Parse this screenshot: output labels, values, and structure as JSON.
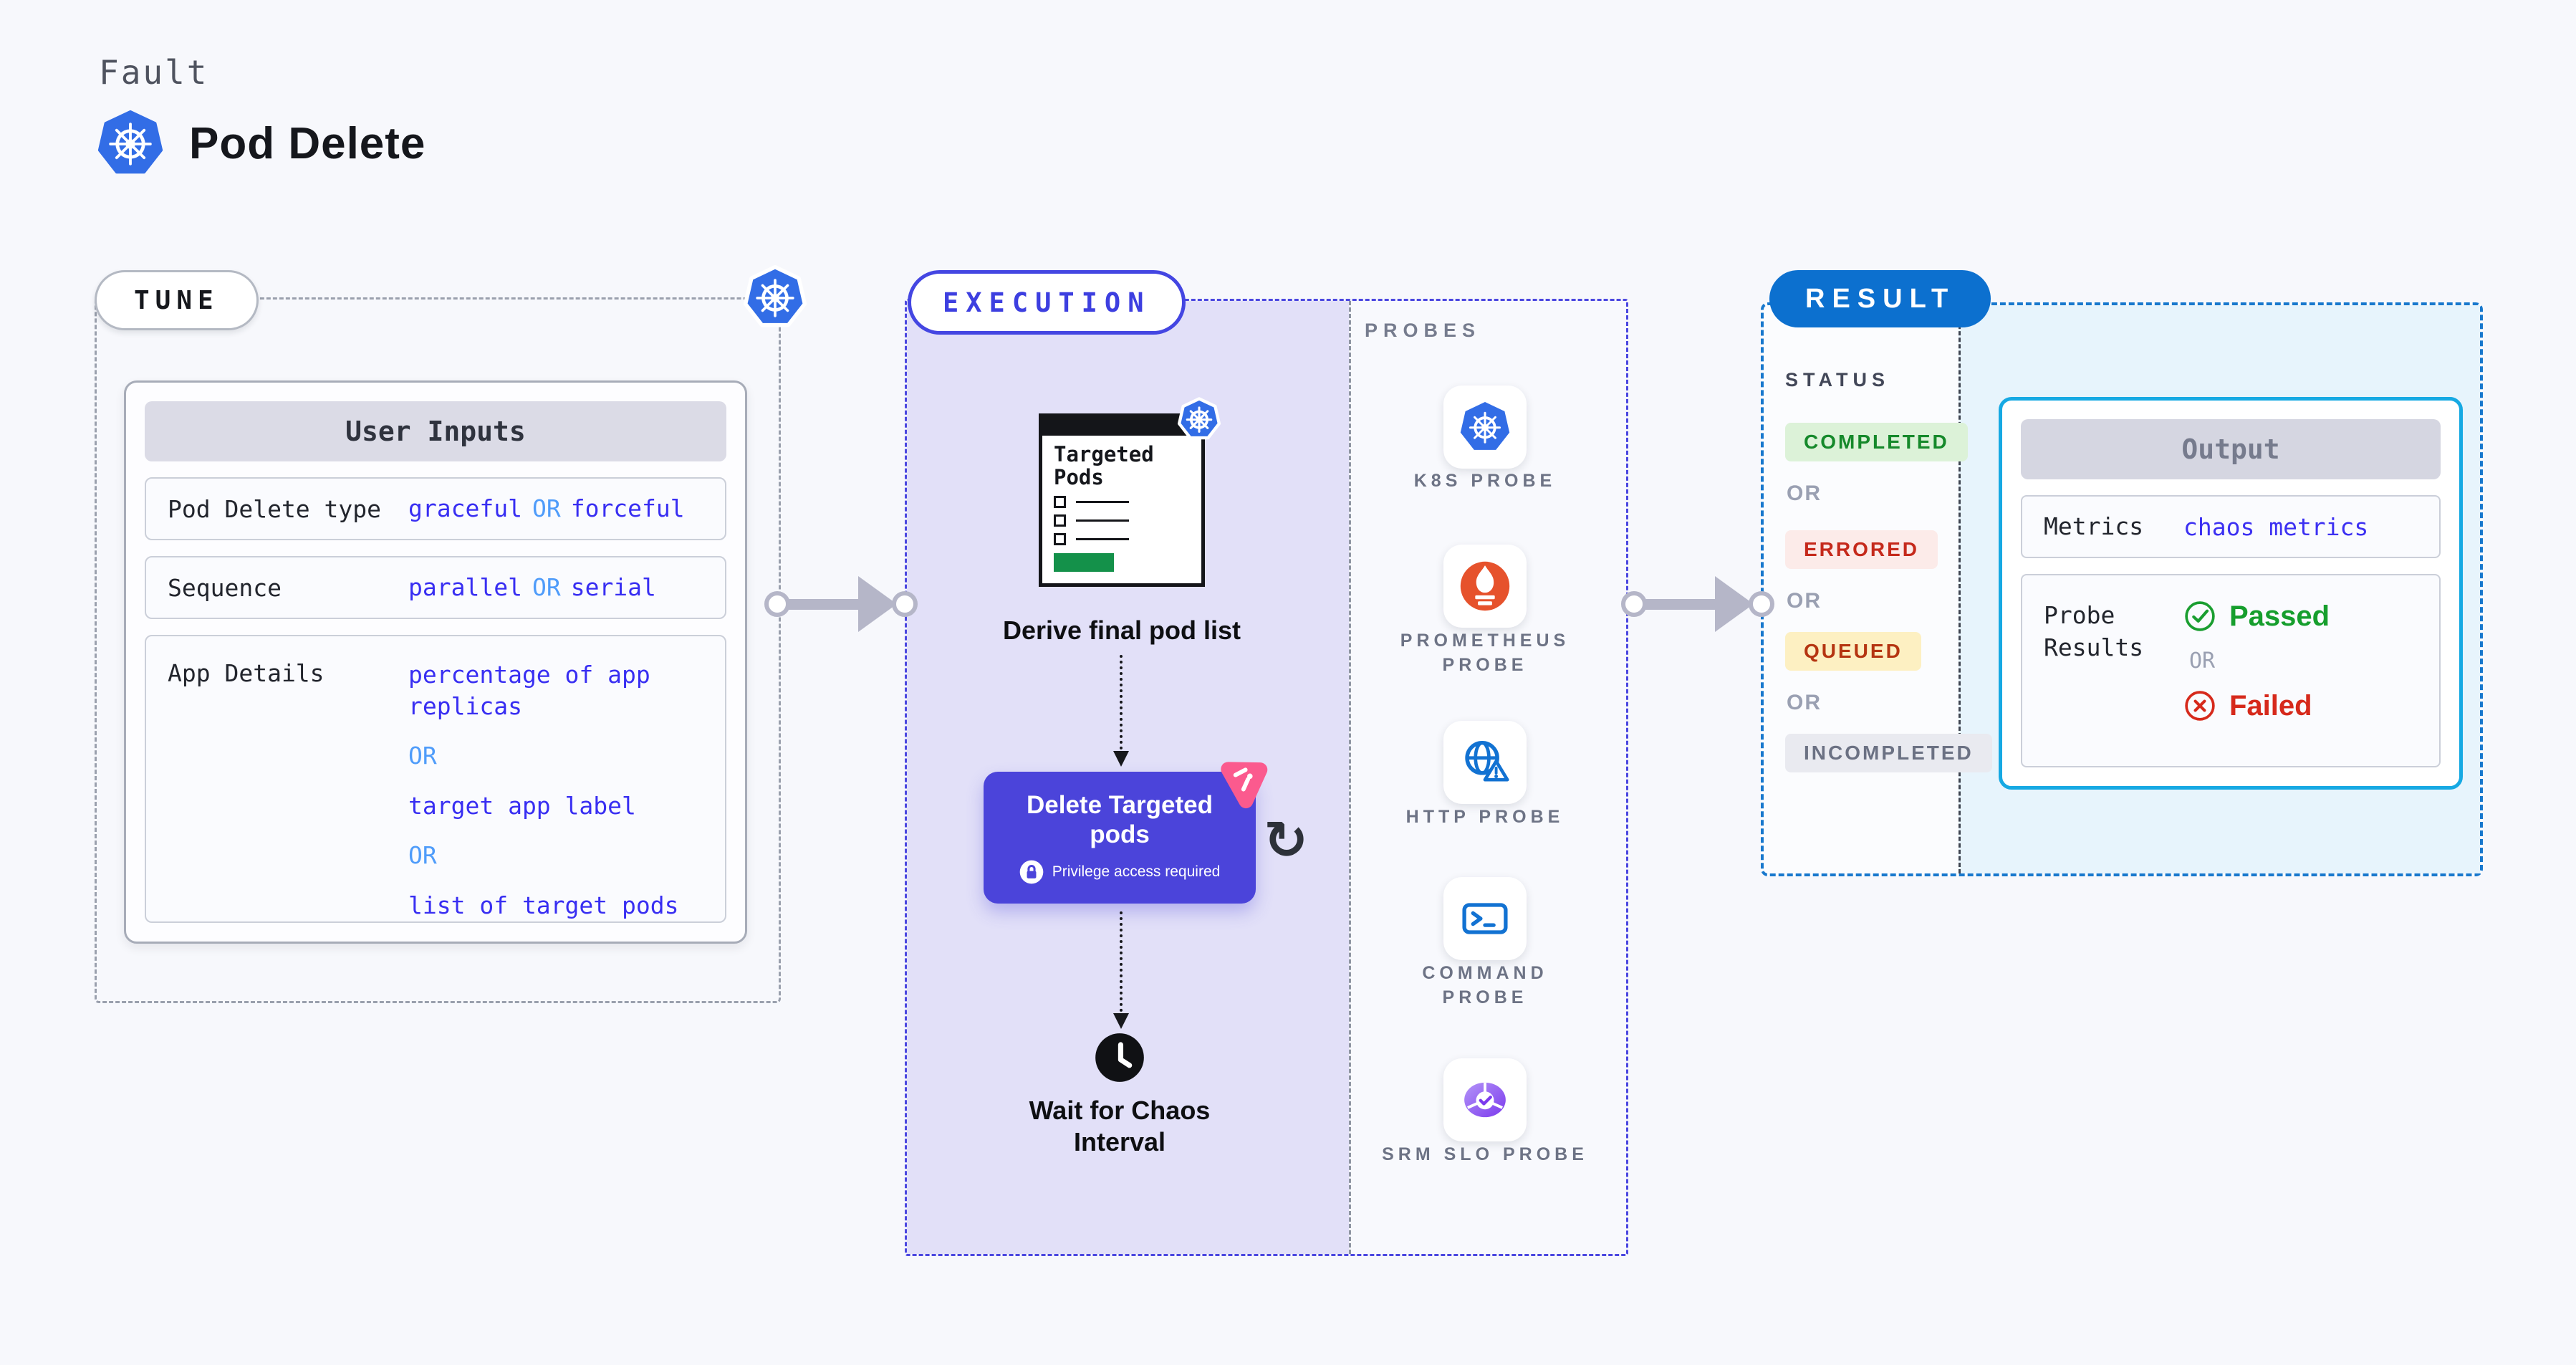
{
  "header": {
    "kicker": "Fault",
    "title": "Pod Delete"
  },
  "tune": {
    "badge": "TUNE",
    "table": {
      "header": "User Inputs",
      "row1": {
        "label": "Pod Delete type",
        "v1": "graceful",
        "or": "OR",
        "v2": "forceful"
      },
      "row2": {
        "label": "Sequence",
        "v1": "parallel",
        "or": "OR",
        "v2": "serial"
      },
      "row3": {
        "label": "App Details",
        "v1": "percentage of app replicas",
        "or1": "OR",
        "v2": "target app label",
        "or2": "OR",
        "v3": "list of target pods"
      }
    }
  },
  "execution": {
    "badge": "EXECUTION",
    "targeted_card_title": "Targeted Pods",
    "derive_label": "Derive final pod list",
    "delete_box": {
      "title": "Delete Targeted pods",
      "privilege": "Privilege access required"
    },
    "refresh_glyph": "↻",
    "wait_label": "Wait for Chaos Interval"
  },
  "probes": {
    "title": "PROBES",
    "items": [
      {
        "label": "K8S PROBE",
        "icon": "kubernetes-icon"
      },
      {
        "label": "PROMETHEUS PROBE",
        "icon": "prometheus-icon"
      },
      {
        "label": "HTTP PROBE",
        "icon": "http-globe-warning-icon"
      },
      {
        "label": "COMMAND PROBE",
        "icon": "terminal-icon"
      },
      {
        "label": "SRM SLO PROBE",
        "icon": "srm-slo-icon"
      }
    ]
  },
  "result": {
    "badge": "RESULT",
    "status_title": "STATUS",
    "or_label": "OR",
    "statuses": [
      {
        "label": "COMPLETED",
        "bg": "#dcf2d8",
        "color": "#16892b"
      },
      {
        "label": "ERRORED",
        "bg": "#fcebe9",
        "color": "#c5291b"
      },
      {
        "label": "QUEUED",
        "bg": "#fdf0c2",
        "color": "#b53511"
      },
      {
        "label": "INCOMPLETED",
        "bg": "#e9eaf0",
        "color": "#6b7183"
      }
    ],
    "output": {
      "header": "Output",
      "metrics_label": "Metrics",
      "metrics_value": "chaos metrics",
      "probe_results_label": "Probe Results",
      "passed": "Passed",
      "or": "OR",
      "failed": "Failed"
    }
  },
  "colors": {
    "accent_indigo": "#4b44da",
    "execution_border": "#4b47e0",
    "result_border": "#1878cd",
    "output_border": "#16a9e3",
    "value_blue": "#382ef2",
    "or_blue": "#4f9cfa",
    "kubernetes_blue": "#326de6",
    "prometheus_orange": "#e6522c",
    "pink_chaos": "#fb5a8e",
    "passed_green": "#169e2d",
    "failed_red": "#d6291b",
    "arrow_gray": "#b5b6c8",
    "lavender_bg": "#e2e0f8",
    "result_blue_bg": "#e7f4fc"
  }
}
